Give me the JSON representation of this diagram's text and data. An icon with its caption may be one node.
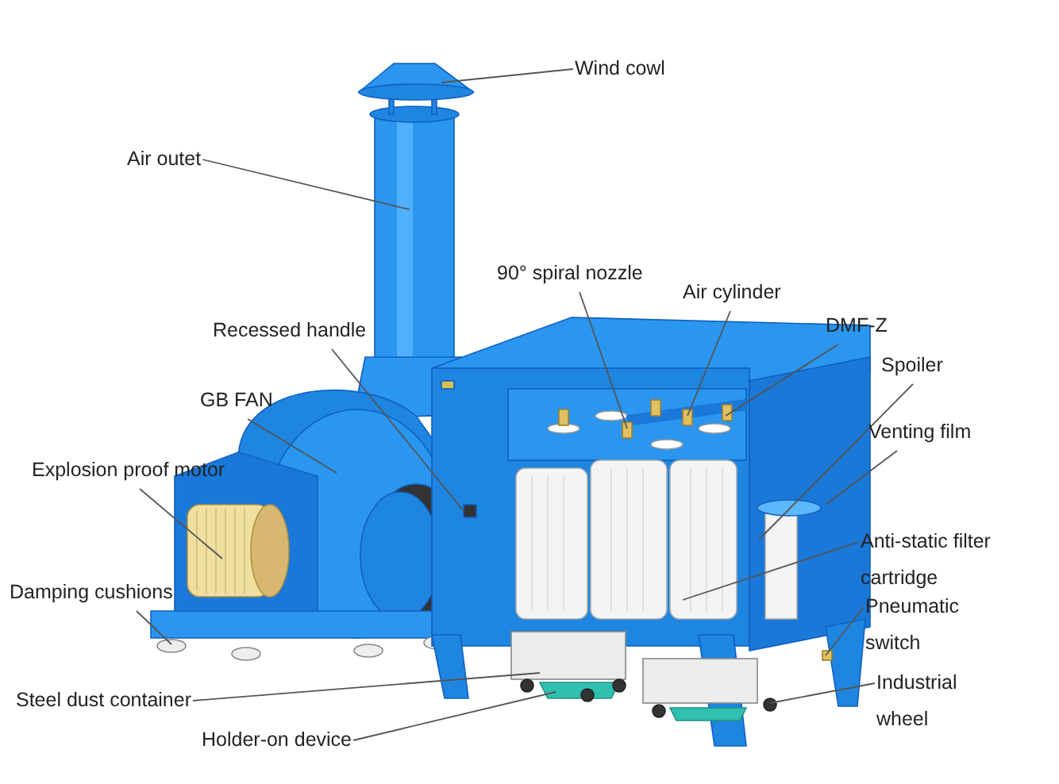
{
  "diagram": {
    "nodes": [
      {
        "text": [
          "Wind cowl"
        ]
      },
      {
        "text": [
          "Air outet"
        ]
      },
      {
        "text": [
          "90° spiral nozzle"
        ]
      },
      {
        "text": [
          "Air cylinder"
        ]
      },
      {
        "text": [
          "DMF-Z"
        ]
      },
      {
        "text": [
          "Recessed handle"
        ]
      },
      {
        "text": [
          "Spoiler"
        ]
      },
      {
        "text": [
          "GB FAN"
        ]
      },
      {
        "text": [
          "Venting film"
        ]
      },
      {
        "text": [
          "Explosion proof motor"
        ]
      },
      {
        "text": [
          "Anti-static filter cartridge"
        ]
      },
      {
        "text": [
          "Damping cushions"
        ]
      },
      {
        "text": [
          "Pneumatic switch"
        ]
      },
      {
        "text": [
          "Steel dust container"
        ]
      },
      {
        "text": [
          "Industrial wheel"
        ]
      },
      {
        "text": [
          "Holder-on device"
        ]
      }
    ],
    "edges": [
      {
        "from": 0,
        "to": null,
        "arrow": "none"
      },
      {
        "from": 1,
        "to": null,
        "arrow": "none"
      },
      {
        "from": 2,
        "to": null,
        "arrow": "none"
      },
      {
        "from": 3,
        "to": null,
        "arrow": "none"
      },
      {
        "from": 4,
        "to": null,
        "arrow": "none"
      },
      {
        "from": 5,
        "to": null,
        "arrow": "none"
      },
      {
        "from": 6,
        "to": null,
        "arrow": "none"
      },
      {
        "from": 7,
        "to": null,
        "arrow": "none"
      },
      {
        "from": 8,
        "to": null,
        "arrow": "none"
      },
      {
        "from": 9,
        "to": null,
        "arrow": "none"
      },
      {
        "from": 10,
        "to": null,
        "arrow": "none"
      },
      {
        "from": 11,
        "to": null,
        "arrow": "none"
      },
      {
        "from": 12,
        "to": null,
        "arrow": "none"
      },
      {
        "from": 13,
        "to": null,
        "arrow": "none"
      },
      {
        "from": 14,
        "to": null,
        "arrow": "none"
      },
      {
        "from": 15,
        "to": null,
        "arrow": "none"
      }
    ]
  }
}
